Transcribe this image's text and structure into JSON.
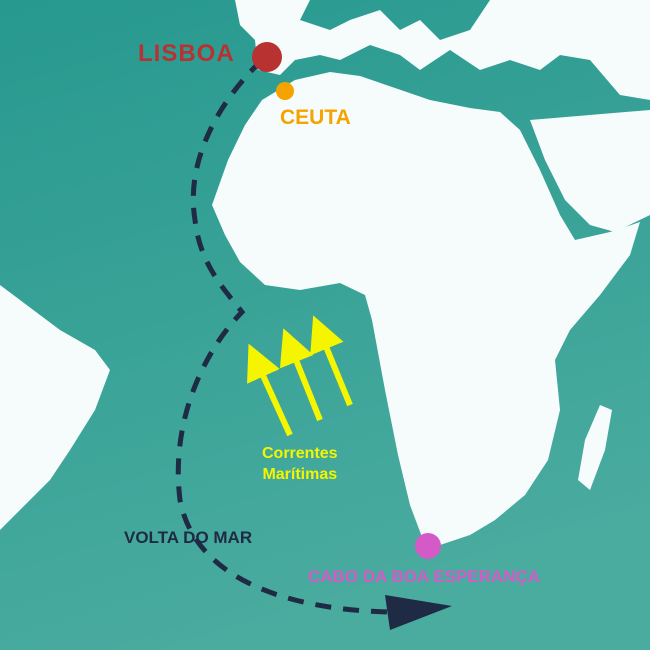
{
  "labels": {
    "lisboa": "LISBOA",
    "ceuta": "CEUTA",
    "correntes_line1": "Correntes",
    "correntes_line2": "Marítimas",
    "volta": "VOLTA DO MAR",
    "cabo": "CABO DA BOA ESPERANÇA"
  },
  "colors": {
    "sea": "#2a9d96",
    "land": "#f6fcfc",
    "lisboa": "#b83232",
    "ceuta": "#f5a300",
    "currents": "#f5f500",
    "route": "#1f2a44",
    "cabo": "#d45ac8"
  },
  "icons": [
    "city-marker",
    "route-arrowhead",
    "current-arrow"
  ]
}
